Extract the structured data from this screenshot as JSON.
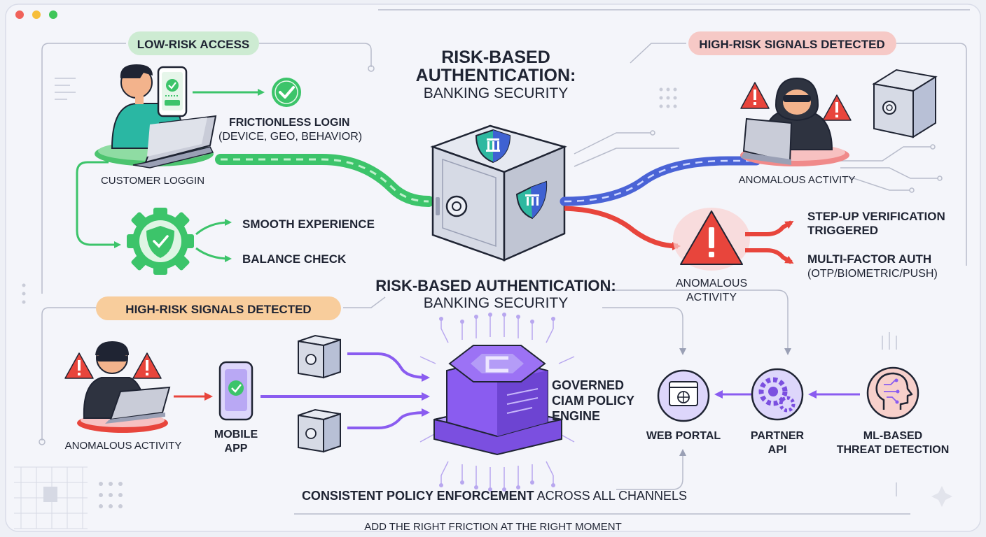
{
  "title": {
    "line1": "RISK-BASED",
    "line2": "AUTHENTICATION:",
    "line3": "BANKING SECURITY"
  },
  "mid_title": {
    "line1": "RISK-BASED AUTHENTICATION:",
    "line2": "BANKING SECURITY"
  },
  "badges": {
    "low_risk": "LOW-RISK ACCESS",
    "high_risk_right": "HIGH-RISK SIGNALS DETECTED",
    "high_risk_left": "HIGH-RISK SIGNALS DETECTED"
  },
  "low_risk": {
    "login_title": "FRICTIONLESS LOGIN",
    "login_detail": "(DEVICE, GEO, BEHAVIOR)",
    "customer_label": "CUSTOMER LOGGIN",
    "smooth": "SMOOTH EXPERIENCE",
    "balance": "BALANCE CHECK"
  },
  "high_risk": {
    "actor_label": "ANOMALOUS ACTIVITY",
    "alert_line1": "ANOMALOUS",
    "alert_line2": "ACTIVITY",
    "stepup_line1": "STEP-UP VERIFICATION",
    "stepup_line2": "TRIGGERED",
    "mfa_line1": "MULTI-FACTOR AUTH",
    "mfa_line2": "(OTP/BIOMETRIC/PUSH)"
  },
  "bottom": {
    "actor_label": "ANOMALOUS ACTIVITY",
    "mobile_line1": "MOBILE",
    "mobile_line2": "APP",
    "engine_line1": "GOVERNED",
    "engine_line2": "CIAM POLICY",
    "engine_line3": "ENGINE",
    "web_portal": "WEB PORTAL",
    "partner_line1": "PARTNER",
    "partner_line2": "API",
    "ml_line1": "ML-BASED",
    "ml_line2": "THREAT DETECTION",
    "consistent_bold": "CONSISTENT POLICY ENFORCEMENT",
    "consistent_rest": " ACROSS ALL CHANNELS",
    "footer": "ADD THE RIGHT FRICTION AT THE RIGHT MOMENT"
  },
  "colors": {
    "green": "#3cc46a",
    "blue": "#4a63d6",
    "red": "#e8453c",
    "purple": "#8a5cf0",
    "ink": "#1f2433"
  }
}
